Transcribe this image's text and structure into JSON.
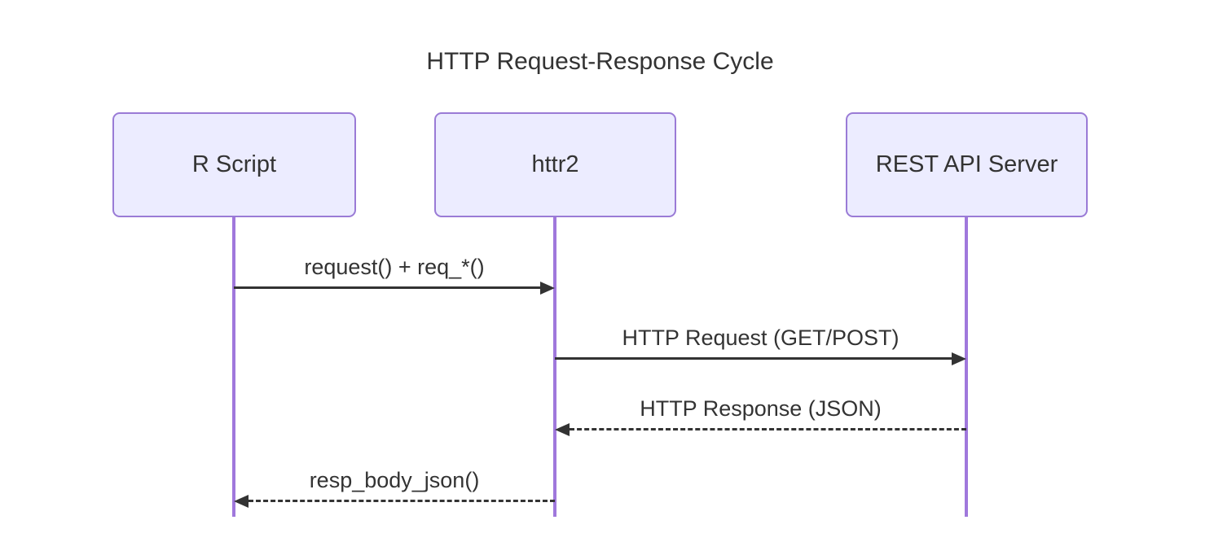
{
  "diagram": {
    "type": "sequence",
    "title": "HTTP Request-Response Cycle",
    "participants": [
      {
        "name": "R Script"
      },
      {
        "name": "httr2"
      },
      {
        "name": "REST API Server"
      }
    ],
    "messages": [
      {
        "from": "R Script",
        "to": "httr2",
        "label": "request() + req_*()",
        "line": "solid",
        "direction": "right"
      },
      {
        "from": "httr2",
        "to": "REST API Server",
        "label": "HTTP Request (GET/POST)",
        "line": "solid",
        "direction": "right"
      },
      {
        "from": "REST API Server",
        "to": "httr2",
        "label": "HTTP Response (JSON)",
        "line": "dashed",
        "direction": "left"
      },
      {
        "from": "httr2",
        "to": "R Script",
        "label": "resp_body_json()",
        "line": "dashed",
        "direction": "left"
      }
    ]
  },
  "colors": {
    "background": "#FFFFFF",
    "actor_fill": "#ECECFF",
    "actor_border": "#9A7BD6",
    "lifeline": "#A078DC",
    "message_line": "#333333",
    "text": "#333333"
  }
}
